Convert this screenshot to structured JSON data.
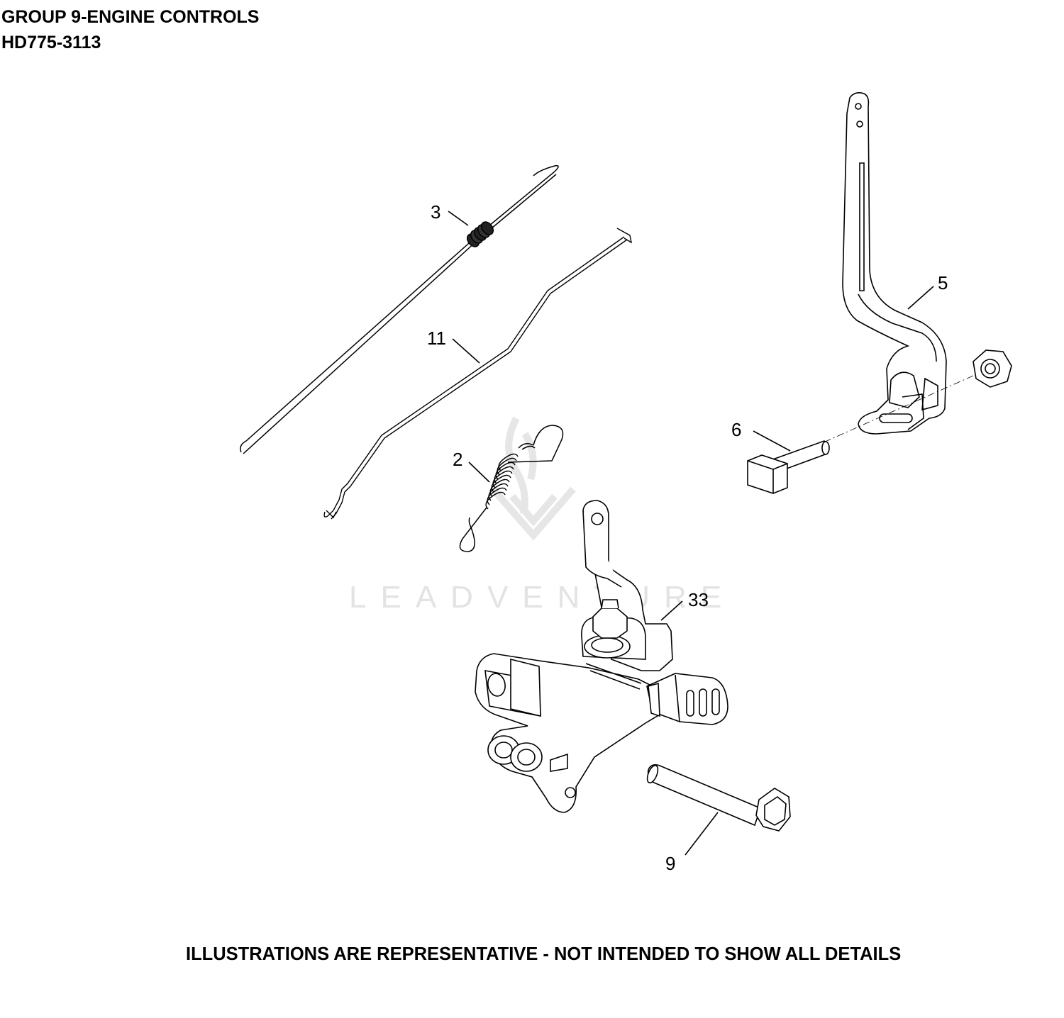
{
  "header": {
    "title": "GROUP 9-ENGINE CONTROLS",
    "model": "HD775-3113"
  },
  "footer": {
    "note": "ILLUSTRATIONS ARE REPRESENTATIVE - NOT INTENDED TO SHOW ALL DETAILS"
  },
  "watermark": {
    "text": "LEADVENTURE",
    "color": "#e3e3e3"
  },
  "callouts": {
    "spring_rod": "3",
    "link_rod": "11",
    "extension_spring": "2",
    "throttle_lever": "5",
    "pin": "6",
    "control_bracket": "33",
    "bolt": "9"
  }
}
